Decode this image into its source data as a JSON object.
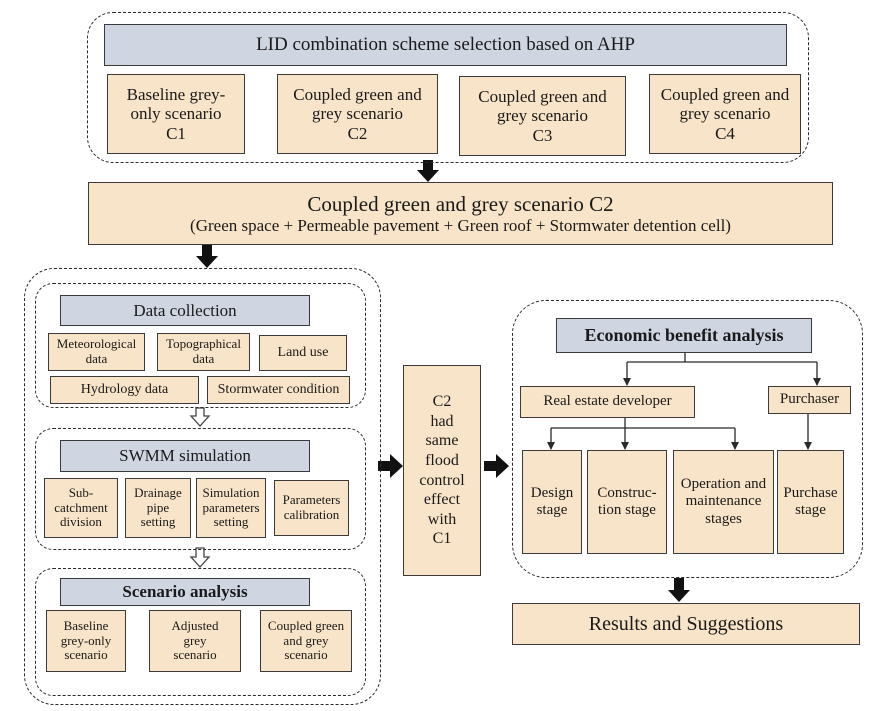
{
  "top": {
    "title": "LID combination scheme selection based on AHP",
    "c1": "Baseline grey-\nonly scenario\nC1",
    "c2": "Coupled green and\ngrey scenario\nC2",
    "c3": "Coupled green and\ngrey scenario\nC3",
    "c4": "Coupled green and\ngrey scenario\nC4"
  },
  "selected": {
    "line1": "Coupled green and grey scenario C2",
    "line2": "(Green space + Permeable pavement + Green roof + Stormwater detention cell)"
  },
  "data_collection": {
    "title": "Data collection",
    "meteorological": "Meteorological\ndata",
    "topographical": "Topographical\ndata",
    "land_use": "Land use",
    "hydrology": "Hydrology data",
    "stormwater": "Stormwater condition"
  },
  "swmm": {
    "title": "SWMM simulation",
    "subcatchment": "Sub-\ncatchment\ndivision",
    "drainage": "Drainage\npipe\nsetting",
    "simulation_params": "Simulation\nparameters\nsetting",
    "calibration": "Parameters\ncalibration"
  },
  "scenario": {
    "title": "Scenario analysis",
    "baseline": "Baseline\ngrey-only\nscenario",
    "adjusted": "Adjusted\ngrey\nscenario",
    "coupled": "Coupled green\nand grey\nscenario"
  },
  "conclusion": "C2\nhad\nsame\nflood\ncontrol\neffect\nwith\nC1",
  "economic": {
    "title": "Economic benefit analysis",
    "developer": "Real estate developer",
    "purchaser": "Purchaser",
    "design": "Design\nstage",
    "construction": "Construc-\ntion stage",
    "operation": "Operation and\nmaintenance\nstages",
    "purchase": "Purchase\nstage"
  },
  "results": "Results and Suggestions"
}
